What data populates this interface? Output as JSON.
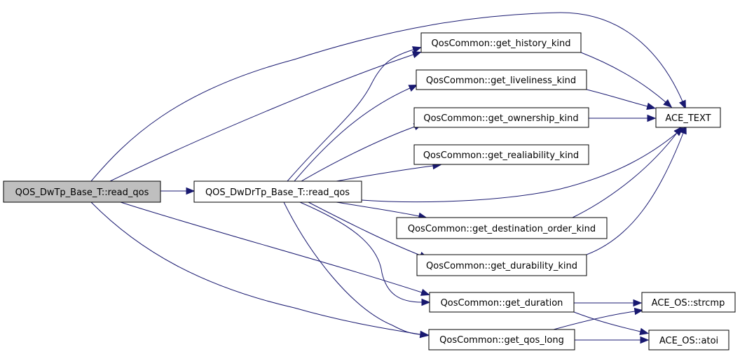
{
  "nodes": {
    "dwtp_read_qos": {
      "label": "QOS_DwTp_Base_T::read_qos",
      "fill": "#bfbfbf"
    },
    "dwdrtp_read_qos": {
      "label": "QOS_DwDrTp_Base_T::read_qos",
      "fill": "#ffffff"
    },
    "get_history_kind": {
      "label": "QosCommon::get_history_kind",
      "fill": "#ffffff"
    },
    "get_liveliness_kind": {
      "label": "QosCommon::get_liveliness_kind",
      "fill": "#ffffff"
    },
    "get_ownership_kind": {
      "label": "QosCommon::get_ownership_kind",
      "fill": "#ffffff"
    },
    "get_realiability_kind": {
      "label": "QosCommon::get_realiability_kind",
      "fill": "#ffffff"
    },
    "get_destination_order_kind": {
      "label": "QosCommon::get_destination_order_kind",
      "fill": "#ffffff"
    },
    "get_durability_kind": {
      "label": "QosCommon::get_durability_kind",
      "fill": "#ffffff"
    },
    "get_duration": {
      "label": "QosCommon::get_duration",
      "fill": "#ffffff"
    },
    "get_qos_long": {
      "label": "QosCommon::get_qos_long",
      "fill": "#ffffff"
    },
    "ace_text": {
      "label": "ACE_TEXT",
      "fill": "#ffffff"
    },
    "ace_os_strcmp": {
      "label": "ACE_OS::strcmp",
      "fill": "#ffffff"
    },
    "ace_os_atoi": {
      "label": "ACE_OS::atoi",
      "fill": "#ffffff"
    }
  },
  "edges": [
    {
      "from": "dwtp_read_qos",
      "to": "dwdrtp_read_qos"
    },
    {
      "from": "dwtp_read_qos",
      "to": "ace_text"
    },
    {
      "from": "dwtp_read_qos",
      "to": "get_history_kind"
    },
    {
      "from": "dwtp_read_qos",
      "to": "get_duration"
    },
    {
      "from": "dwtp_read_qos",
      "to": "get_qos_long"
    },
    {
      "from": "dwdrtp_read_qos",
      "to": "get_history_kind"
    },
    {
      "from": "dwdrtp_read_qos",
      "to": "get_liveliness_kind"
    },
    {
      "from": "dwdrtp_read_qos",
      "to": "get_ownership_kind"
    },
    {
      "from": "dwdrtp_read_qos",
      "to": "get_realiability_kind"
    },
    {
      "from": "dwdrtp_read_qos",
      "to": "ace_text"
    },
    {
      "from": "dwdrtp_read_qos",
      "to": "get_destination_order_kind"
    },
    {
      "from": "dwdrtp_read_qos",
      "to": "get_durability_kind"
    },
    {
      "from": "dwdrtp_read_qos",
      "to": "get_duration"
    },
    {
      "from": "dwdrtp_read_qos",
      "to": "get_qos_long"
    },
    {
      "from": "get_history_kind",
      "to": "ace_text"
    },
    {
      "from": "get_liveliness_kind",
      "to": "ace_text"
    },
    {
      "from": "get_ownership_kind",
      "to": "ace_text"
    },
    {
      "from": "get_destination_order_kind",
      "to": "ace_text"
    },
    {
      "from": "get_durability_kind",
      "to": "ace_text"
    },
    {
      "from": "get_duration",
      "to": "ace_os_strcmp"
    },
    {
      "from": "get_duration",
      "to": "ace_os_atoi"
    },
    {
      "from": "get_qos_long",
      "to": "ace_os_strcmp"
    },
    {
      "from": "get_qos_long",
      "to": "ace_os_atoi"
    }
  ]
}
